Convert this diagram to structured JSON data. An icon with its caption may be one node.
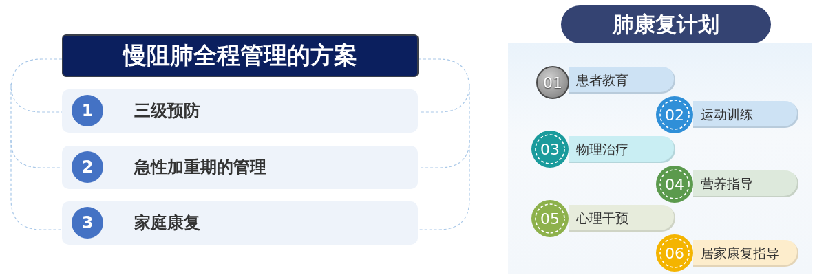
{
  "diagram": {
    "nodes": [
      {
        "text": [
          "慢阻肺全程管理的方案"
        ]
      },
      {
        "text": [
          "三级预防"
        ]
      },
      {
        "text": [
          "1"
        ],
        "in": 1
      },
      {
        "text": [
          "急性加重期的管理"
        ]
      },
      {
        "text": [
          "2"
        ],
        "in": 3
      },
      {
        "text": [
          "家庭康复"
        ]
      },
      {
        "text": [
          "3"
        ],
        "in": 5
      },
      {
        "text": [
          "肺康复计划"
        ]
      },
      {
        "text": [
          "01"
        ]
      },
      {
        "text": [
          "患者教育"
        ]
      },
      {
        "text": [
          "02"
        ]
      },
      {
        "text": [
          "运动训练"
        ]
      },
      {
        "text": [
          "03"
        ]
      },
      {
        "text": [
          "物理治疗"
        ]
      },
      {
        "text": [
          "04"
        ]
      },
      {
        "text": [
          "营养指导"
        ]
      },
      {
        "text": [
          "05"
        ]
      },
      {
        "text": [
          "心理干预"
        ]
      },
      {
        "text": [
          "06"
        ]
      },
      {
        "text": [
          "居家康复指导"
        ]
      }
    ]
  }
}
